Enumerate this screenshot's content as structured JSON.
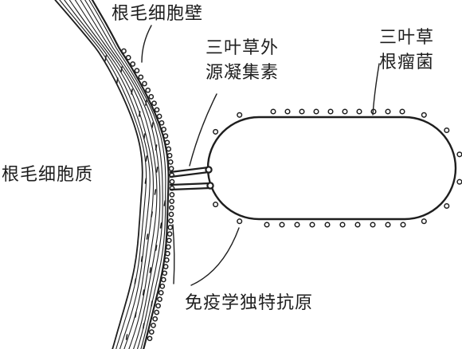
{
  "labels": {
    "cell_wall": "根毛细胞壁",
    "lectin_line1": "三叶草外",
    "lectin_line2": "源凝集素",
    "rhizobium_line1": "三叶草",
    "rhizobium_line2": "根瘤菌",
    "cytoplasm": "根毛细胞质",
    "antigen": "免疫学独特抗原"
  },
  "colors": {
    "ink": "#1e1e1e",
    "background": "#ffffff"
  }
}
